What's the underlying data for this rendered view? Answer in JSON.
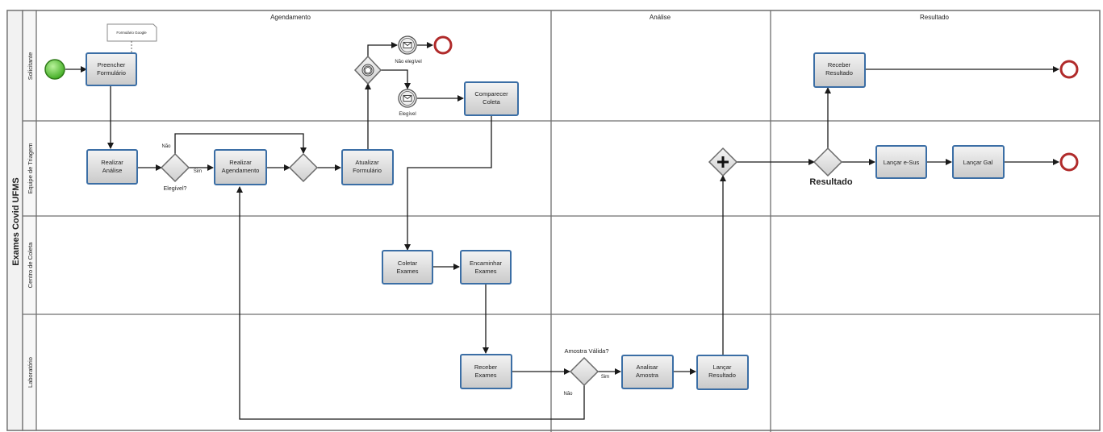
{
  "pool": {
    "title": "Exames Covid UFMS"
  },
  "phases": [
    "Agendamento",
    "Análise",
    "Resultado"
  ],
  "lanes": [
    "Solicitante",
    "Equipe de Triagem",
    "Centro de Coleta",
    "Laboratório"
  ],
  "data_object": {
    "label": "Formulário Google"
  },
  "tasks": {
    "preencher": [
      "Preencher",
      "Formulário"
    ],
    "comparecer": [
      "Comparecer",
      "Coleta"
    ],
    "receber_resultado": [
      "Receber",
      "Resultado"
    ],
    "realizar_analise": [
      "Realizar",
      "Análise"
    ],
    "realizar_agendamento": [
      "Realizar",
      "Agendamento"
    ],
    "atualizar": [
      "Atualizar",
      "Formulário"
    ],
    "lancar_esus": [
      "Lançar e-Sus"
    ],
    "lancar_gal": [
      "Lançar Gal"
    ],
    "coletar": [
      "Coletar",
      "Exames"
    ],
    "encaminhar": [
      "Encaminhar",
      "Exames"
    ],
    "receber_exames": [
      "Receber",
      "Exames"
    ],
    "analisar_amostra": [
      "Analisar",
      "Amostra"
    ],
    "lancar_resultado": [
      "Lançar",
      "Resultado"
    ]
  },
  "labels": {
    "nao_elegivel": "Não elegível",
    "elegivel": "Elegível",
    "nao_1": "Não",
    "sim_1": "Sim",
    "elegivel_q": "Elegível?",
    "resultado": "Resultado",
    "amostra_valida": "Amostra Válida?",
    "sim_2": "Sim",
    "nao_2": "Não"
  }
}
